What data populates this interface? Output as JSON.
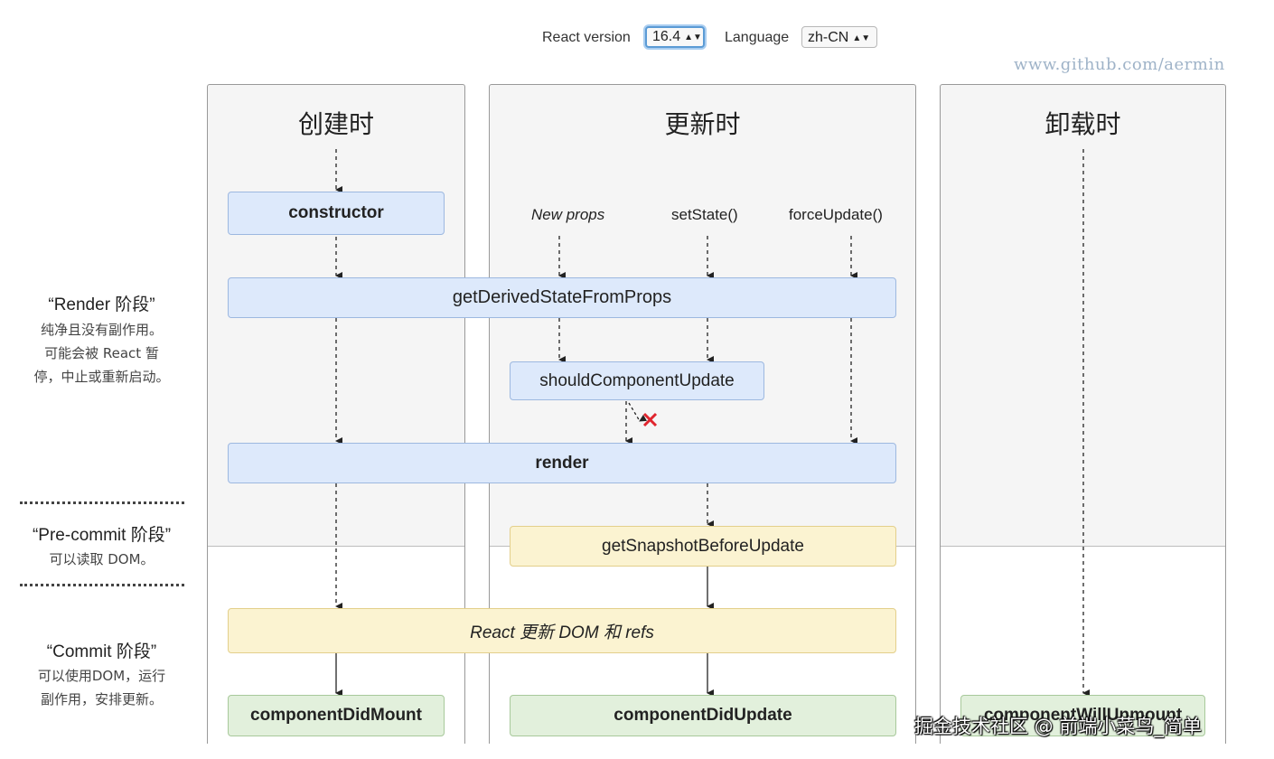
{
  "controls": {
    "react_version_label": "React version",
    "react_version_value": "16.4",
    "language_label": "Language",
    "language_value": "zh-CN"
  },
  "watermark_top": "www.github.com/aermin",
  "columns": {
    "mount": {
      "title": "创建时"
    },
    "update": {
      "title": "更新时"
    },
    "unmount": {
      "title": "卸载时"
    }
  },
  "phases": {
    "render": {
      "title": "“Render 阶段”",
      "desc": [
        "纯净且没有副作用。",
        "可能会被 React 暂",
        "停，中止或重新启动。"
      ]
    },
    "precommit": {
      "title": "“Pre-commit 阶段”",
      "desc": [
        "可以读取 DOM。"
      ]
    },
    "commit": {
      "title": "“Commit 阶段”",
      "desc": [
        "可以使用DOM，运行",
        "副作用，安排更新。"
      ]
    }
  },
  "triggers": {
    "new_props": "New props",
    "set_state": "setState()",
    "force_update": "forceUpdate()"
  },
  "boxes": {
    "constructor": "constructor",
    "get_derived": "getDerivedStateFromProps",
    "should_update": "shouldComponentUpdate",
    "render": "render",
    "snapshot": "getSnapshotBeforeUpdate",
    "react_updates": "React 更新 DOM 和 refs",
    "did_mount": "componentDidMount",
    "did_update": "componentDidUpdate",
    "will_unmount": "componentWillUnmount"
  },
  "colors": {
    "render_phase": "#dde9fb",
    "commit_phase": "#fbf3d1",
    "lifecycle_commit": "#e2f0dc",
    "cancel_mark": "#e0252e"
  },
  "watermark_bottom": "掘金技术社区 @ 前端小菜鸟_简单"
}
